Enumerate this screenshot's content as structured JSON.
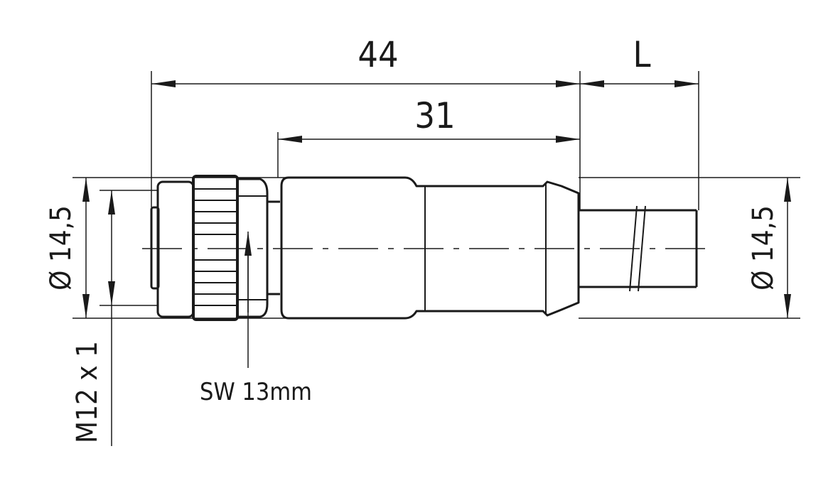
{
  "dimensions": {
    "overall_length": "44",
    "body_length": "31",
    "cable_length": "L",
    "diameter_left": "Ø 14,5",
    "diameter_right": "Ø 14,5",
    "thread": "M12 x 1",
    "wrench_size": "SW 13mm"
  },
  "colors": {
    "line": "#1a1a1a",
    "background": "#ffffff"
  }
}
